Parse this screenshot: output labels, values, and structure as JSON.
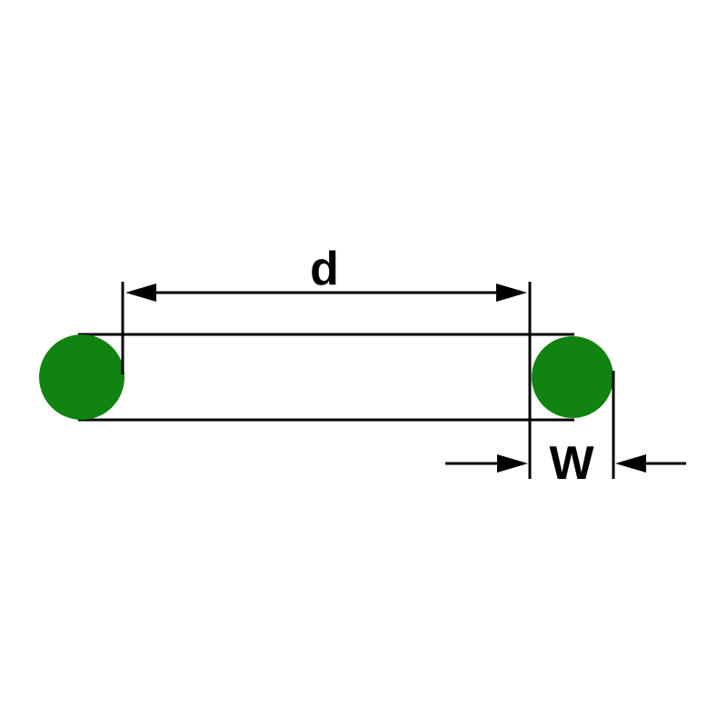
{
  "diagram": {
    "type": "o-ring-dimension-drawing",
    "labels": {
      "inner_diameter": "d",
      "cross_section_width": "W"
    },
    "colors": {
      "ring_fill": "#118311",
      "line": "#000000",
      "background": "#ffffff"
    }
  }
}
